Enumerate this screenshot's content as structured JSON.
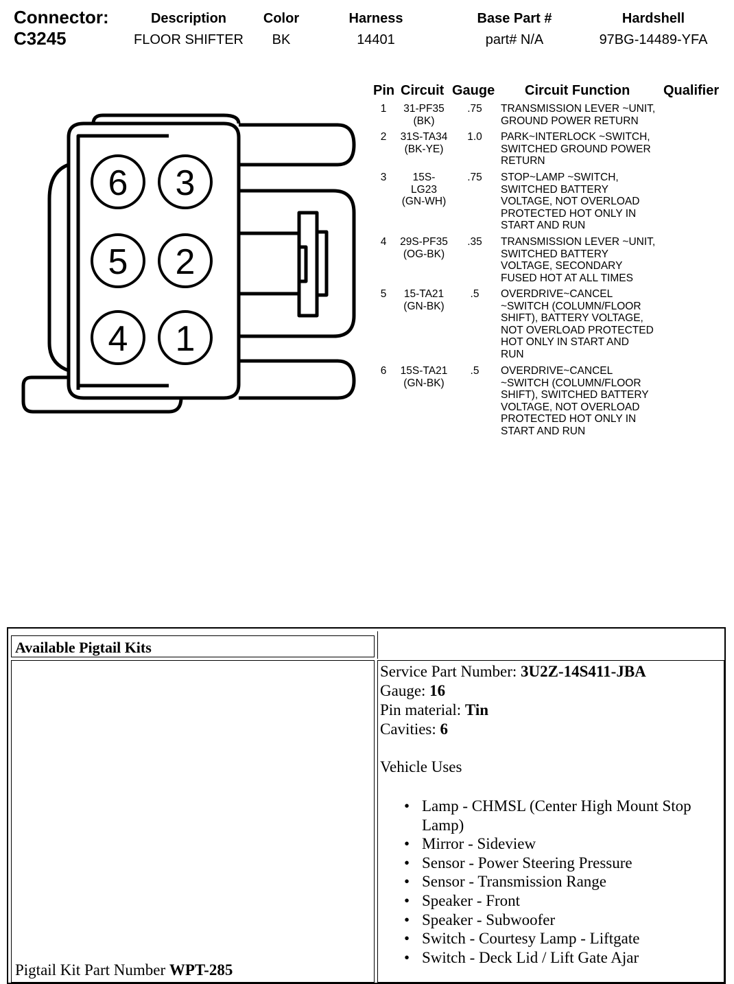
{
  "header": {
    "connector_label": "Connector:",
    "connector_id": "C3245",
    "columns": [
      {
        "label": "Description",
        "value": "FLOOR SHIFTER"
      },
      {
        "label": "Color",
        "value": "BK"
      },
      {
        "label": "Harness",
        "value": "14401"
      },
      {
        "label": "Base Part #",
        "value": "part# N/A"
      },
      {
        "label": "Hardshell",
        "value": "97BG-14489-YFA"
      }
    ]
  },
  "diagram": {
    "cavities": [
      "6",
      "3",
      "5",
      "2",
      "4",
      "1"
    ]
  },
  "pin_table": {
    "headers": {
      "pin": "Pin",
      "circuit": "Circuit",
      "gauge": "Gauge",
      "function": "Circuit Function",
      "qualifier": "Qualifier"
    },
    "rows": [
      {
        "pin": "1",
        "circuit": [
          "31-PF35",
          "(BK)"
        ],
        "gauge": ".75",
        "function": [
          "TRANSMISSION LEVER ~UNIT,",
          "GROUND POWER RETURN"
        ]
      },
      {
        "pin": "2",
        "circuit": [
          "31S-TA34",
          "(BK-YE)"
        ],
        "gauge": "1.0",
        "function": [
          "PARK~INTERLOCK ~SWITCH,",
          "SWITCHED GROUND POWER",
          "RETURN"
        ]
      },
      {
        "pin": "3",
        "circuit": [
          "15S-",
          "LG23",
          "(GN-WH)"
        ],
        "gauge": ".75",
        "function": [
          "STOP~LAMP ~SWITCH,",
          "SWITCHED BATTERY",
          "VOLTAGE, NOT OVERLOAD",
          "PROTECTED HOT ONLY IN",
          "START AND RUN"
        ]
      },
      {
        "pin": "4",
        "circuit": [
          "29S-PF35",
          "(OG-BK)"
        ],
        "gauge": ".35",
        "function": [
          "TRANSMISSION LEVER ~UNIT,",
          "SWITCHED BATTERY",
          "VOLTAGE, SECONDARY",
          "FUSED HOT AT ALL TIMES"
        ]
      },
      {
        "pin": "5",
        "circuit": [
          "15-TA21",
          "(GN-BK)"
        ],
        "gauge": ".5",
        "function": [
          "OVERDRIVE~CANCEL",
          "~SWITCH (COLUMN/FLOOR",
          "SHIFT), BATTERY VOLTAGE,",
          "NOT OVERLOAD PROTECTED",
          "HOT ONLY IN START AND",
          "RUN"
        ]
      },
      {
        "pin": "6",
        "circuit": [
          "15S-TA21",
          "(GN-BK)"
        ],
        "gauge": ".5",
        "function": [
          "OVERDRIVE~CANCEL",
          "~SWITCH (COLUMN/FLOOR",
          "SHIFT), SWITCHED BATTERY",
          "VOLTAGE, NOT OVERLOAD",
          "PROTECTED HOT ONLY IN",
          "START AND RUN"
        ]
      }
    ]
  },
  "pigtail": {
    "title": "Available Pigtail Kits",
    "kit_label": "Pigtail Kit Part Number ",
    "kit_number": "WPT-285",
    "service_label": "Service Part Number: ",
    "service_value": "3U2Z-14S411-JBA",
    "gauge_label": "Gauge: ",
    "gauge_value": "16",
    "pin_material_label": "Pin material: ",
    "pin_material_value": "Tin",
    "cavities_label": "Cavities: ",
    "cavities_value": "6",
    "vehicle_uses_label": "Vehicle Uses",
    "vehicle_uses": [
      [
        "Lamp - CHMSL (Center High Mount Stop",
        "Lamp)"
      ],
      [
        "Mirror - Sideview"
      ],
      [
        "Sensor - Power Steering Pressure"
      ],
      [
        "Sensor - Transmission Range"
      ],
      [
        "Speaker - Front"
      ],
      [
        "Speaker - Subwoofer"
      ],
      [
        "Switch - Courtesy Lamp - Liftgate"
      ],
      [
        "Switch - Deck Lid / Lift Gate Ajar"
      ]
    ]
  }
}
